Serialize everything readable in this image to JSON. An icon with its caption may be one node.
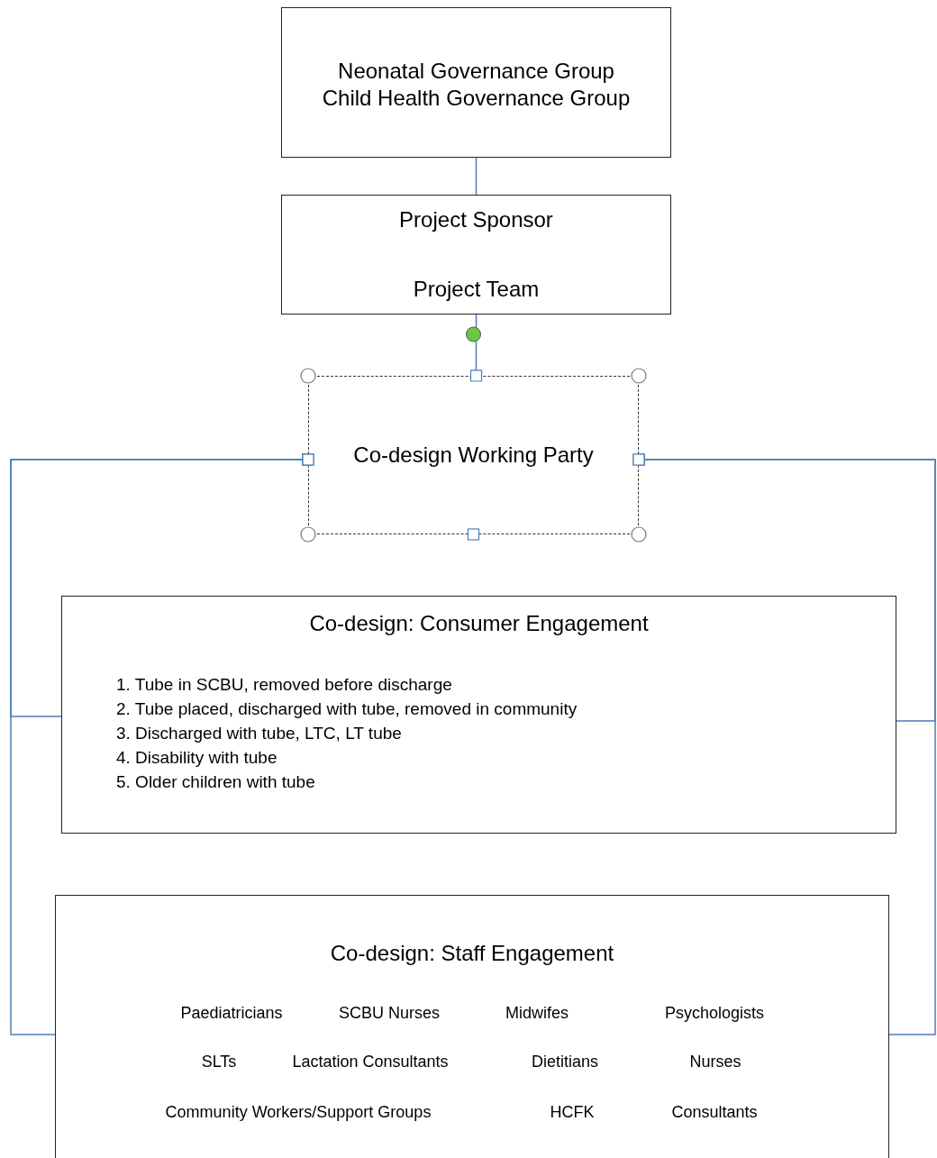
{
  "diagram": {
    "nodes": [
      {
        "text": [
          "Neonatal Governance Group",
          "Child Health Governance Group"
        ]
      },
      {
        "text": [
          "Project Sponsor",
          "Project Team"
        ]
      },
      {
        "text": [
          "Co-design Working Party"
        ]
      },
      {
        "text": [
          "Co-design: Consumer Engagement",
          "1. Tube in SCBU, removed before discharge",
          "2. Tube placed, discharged with tube, removed in community",
          "3. Discharged with tube, LTC, LT tube",
          "4. Disability with tube",
          "5. Older children with tube"
        ]
      },
      {
        "text": [
          "Co-design: Staff Engagement",
          "Paediatricians",
          "SCBU Nurses",
          "Midwifes",
          "Psychologists",
          "SLTs",
          "Lactation Consultants",
          "Dietitians",
          "Nurses",
          "Community Workers/Support Groups",
          "HCFK",
          "Consultants"
        ]
      }
    ],
    "edges": [
      {
        "from": 0,
        "to": 1,
        "arrow": "none"
      },
      {
        "from": 1,
        "to": 2,
        "arrow": "other"
      },
      {
        "from": 3,
        "to": 2,
        "arrow": "other"
      },
      {
        "from": 4,
        "to": 2,
        "arrow": "other"
      },
      {
        "from": 3,
        "to": 2,
        "arrow": "other"
      },
      {
        "from": 4,
        "to": 2,
        "arrow": "other"
      }
    ]
  }
}
